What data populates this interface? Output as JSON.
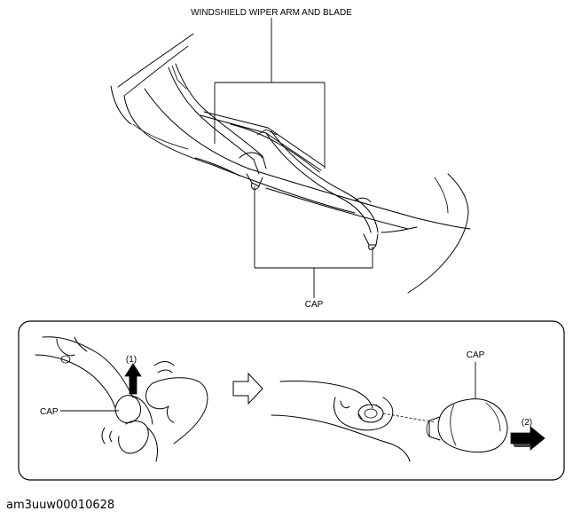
{
  "labels": {
    "wiper_arm_and_blade": "WINDSHIELD WIPER ARM AND BLADE",
    "cap_top": "CAP",
    "cap_left": "CAP",
    "cap_right": "CAP",
    "step_1": "(1)",
    "step_2": "(2)"
  },
  "figure_id": "am3uuw00010628"
}
